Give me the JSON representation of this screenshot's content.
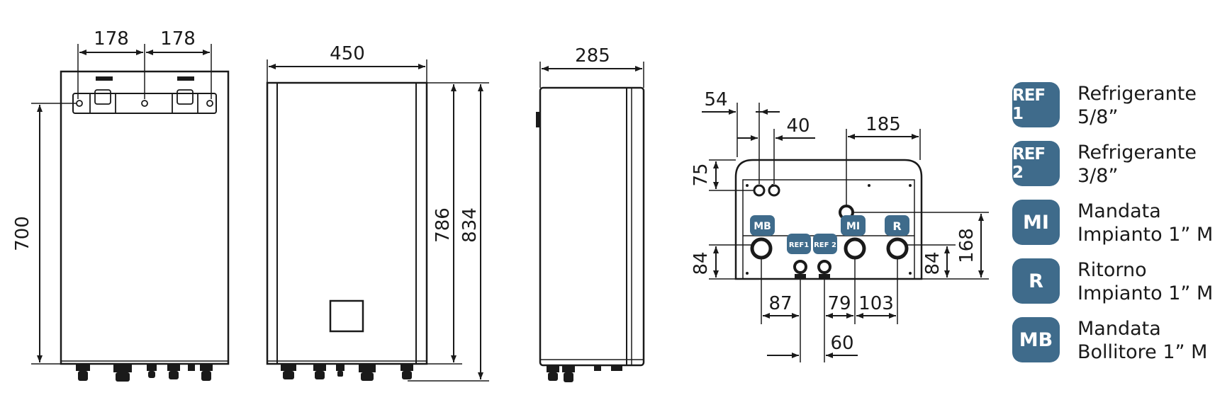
{
  "colors": {
    "badge": "#3f6b8b",
    "line": "#1a1a1a",
    "background": "#ffffff"
  },
  "front_view": {
    "dim_top_left": "178",
    "dim_top_right": "178",
    "dim_height": "700"
  },
  "side_view_a": {
    "dim_width": "450",
    "dim_height_inner": "786",
    "dim_height_outer": "834"
  },
  "side_view_b": {
    "dim_depth": "285"
  },
  "bottom_view": {
    "dim_54": "54",
    "dim_40": "40",
    "dim_185": "185",
    "dim_75": "75",
    "dim_84_left": "84",
    "dim_84_right": "84",
    "dim_168": "168",
    "dim_87": "87",
    "dim_79": "79",
    "dim_103": "103",
    "dim_60": "60",
    "badges": {
      "mb": "MB",
      "ref1": "REF1",
      "ref2": "REF 2",
      "mi": "MI",
      "r": "R"
    }
  },
  "legend": [
    {
      "code": "REF 1",
      "line1": "Refrigerante",
      "line2": "5/8”"
    },
    {
      "code": "REF 2",
      "line1": "Refrigerante",
      "line2": "3/8”"
    },
    {
      "code": "MI",
      "line1": "Mandata",
      "line2": "Impianto 1” M"
    },
    {
      "code": "R",
      "line1": "Ritorno",
      "line2": "Impianto 1” M"
    },
    {
      "code": "MB",
      "line1": "Mandata",
      "line2": "Bollitore 1” M"
    }
  ]
}
